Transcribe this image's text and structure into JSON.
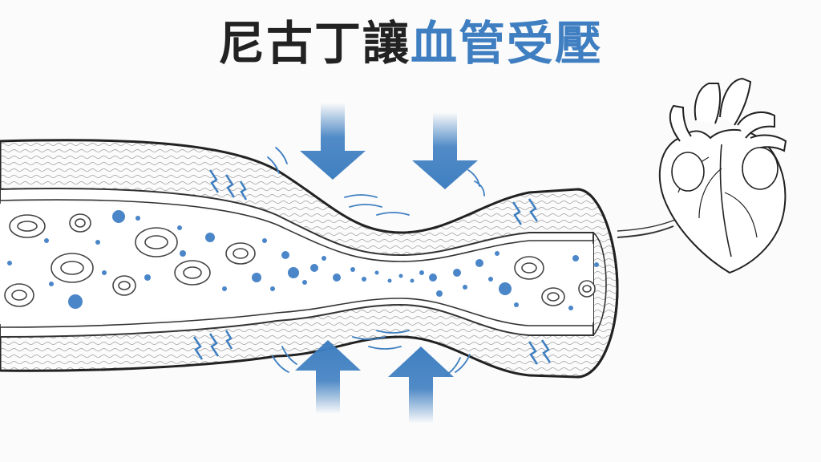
{
  "title": {
    "part1": "尼古丁讓",
    "part2": "血管受壓"
  },
  "colors": {
    "accent": "#3f7fc1",
    "ink": "#222222",
    "cell_fill": "#ffffff",
    "particle": "#4a86c8"
  },
  "icons": {
    "arrows": "compression-arrow-icon",
    "heart": "anatomical-heart-icon",
    "cells": "red-blood-cell",
    "particles": "nicotine-particle"
  }
}
